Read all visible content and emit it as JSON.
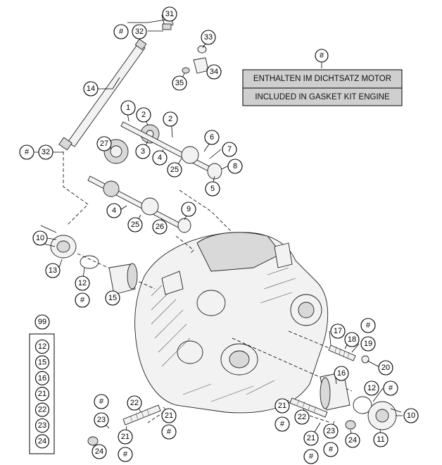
{
  "legend": {
    "marker": "#",
    "line_de": "ENTHALTEN IM DICHTSATZ MOTOR",
    "line_en": "INCLUDED IN GASKET KIT ENGINE"
  },
  "kit": {
    "number": "99",
    "items": [
      "12",
      "15",
      "16",
      "21",
      "22",
      "23",
      "24"
    ]
  },
  "callouts": {
    "c1": "1",
    "c2a": "2",
    "c2b": "2",
    "c3": "3",
    "c4a": "4",
    "c4b": "4",
    "c5": "5",
    "c6": "6",
    "c7": "7",
    "c8": "8",
    "c9": "9",
    "c10a": "10",
    "c10b": "10",
    "c11": "11",
    "c12a": "12",
    "c12b": "12",
    "c13": "13",
    "c14": "14",
    "c15": "15",
    "c16": "16",
    "c17": "17",
    "c18": "18",
    "c19": "19",
    "c20": "20",
    "c21a": "21",
    "c21b": "21",
    "c21c": "21",
    "c21d": "21",
    "c22a": "22",
    "c22b": "22",
    "c23a": "23",
    "c23b": "23",
    "c24a": "24",
    "c24b": "24",
    "c25a": "25",
    "c25b": "25",
    "c26": "26",
    "c27": "27",
    "c31": "31",
    "c32a": "32",
    "c32b": "32",
    "c33": "33",
    "c34": "34",
    "c35": "35",
    "h1": "#",
    "h2": "#",
    "h3": "#",
    "h4": "#",
    "h5": "#",
    "h6": "#",
    "h7": "#",
    "h8": "#",
    "h9": "#",
    "h10": "#",
    "h11": "#",
    "h12": "#"
  }
}
